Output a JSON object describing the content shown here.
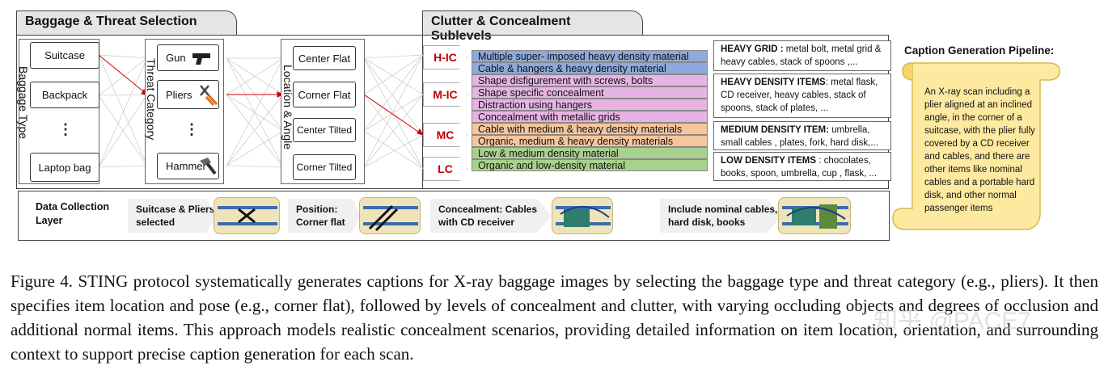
{
  "panels": {
    "left_title": "Baggage & Threat Selection",
    "right_title": "Clutter & Concealment Sublevels"
  },
  "baggage_type": {
    "axis_label": "Baggage Type",
    "items": [
      "Suitcase",
      "Backpack",
      "Laptop bag"
    ],
    "ellipsis": "⋮"
  },
  "threat_category": {
    "axis_label": "Threat Category",
    "items": [
      "Gun",
      "Pliers",
      "Hammer"
    ],
    "ellipsis": "⋮"
  },
  "location_angle": {
    "axis_label": "Location & Angle",
    "items": [
      "Center Flat",
      "Corner Flat",
      "Center Tilted",
      "Corner Tilted"
    ]
  },
  "levels": [
    {
      "code": "H-IC",
      "color": "#8ea9db",
      "rows": [
        "Multiple super- imposed heavy density material",
        "Cable & hangers & heavy density material"
      ]
    },
    {
      "code": "M-IC",
      "color": "#e7b3e4",
      "rows": [
        "Shape disfigurement with screws, bolts",
        "Shape specific concealment",
        "Distraction using hangers",
        "Concealment with metallic grids"
      ]
    },
    {
      "code": "MC",
      "color": "#f6c59b",
      "rows": [
        "Cable with medium & heavy density materials",
        "Organic, medium & heavy density materials"
      ]
    },
    {
      "code": "LC",
      "color": "#a9d18e",
      "rows": [
        "Low & medium density material",
        "Organic and low-density material"
      ]
    }
  ],
  "descriptions": [
    {
      "head": "HEAVY GRID :",
      "text": " metal bolt, metal grid & heavy cables, stack of spoons ,..."
    },
    {
      "head": "HEAVY DENSITY ITEMS",
      "text": ": metal flask, CD receiver, heavy cables, stack of spoons, stack of plates, ..."
    },
    {
      "head": "MEDIUM DENSITY ITEM:",
      "text": " umbrella, small cables , plates, fork, hard disk,..."
    },
    {
      "head": "LOW DENSITY ITEMS",
      "text": " : chocolates, books, spoon, umbrella,  cup , flask, ..."
    }
  ],
  "pipeline": {
    "title": "Caption Generation Pipeline:",
    "text": "An X-ray scan including a plier aligned at an inclined angle, in the corner of a suitcase, with the plier fully covered by a CD receiver and cables, and there are other items like nominal cables and a portable hard disk, and other normal passenger items"
  },
  "data_collection": {
    "layer_label": "Data Collection Layer",
    "steps": [
      "Suitcase & Pliers selected",
      "Position: Corner flat",
      "Concealment: Cables with CD receiver",
      "Include nominal cables, hard disk, books"
    ]
  },
  "figure_caption": "Figure 4. STING protocol systematically generates captions for X-ray baggage images by selecting the baggage type and threat category (e.g., pliers).  It then specifies item location and pose (e.g., corner flat), followed by levels of concealment and clutter, with varying occluding objects and degrees of occlusion and additional normal items. This approach models realistic concealment scenarios, providing detailed information on item location, orientation, and surrounding context to support precise caption generation for each scan.",
  "watermark": "知乎 @PACE7",
  "colors": {
    "accent_red": "#c00000",
    "scroll": "#fde9a0",
    "scroll_border": "#d6b94a"
  }
}
